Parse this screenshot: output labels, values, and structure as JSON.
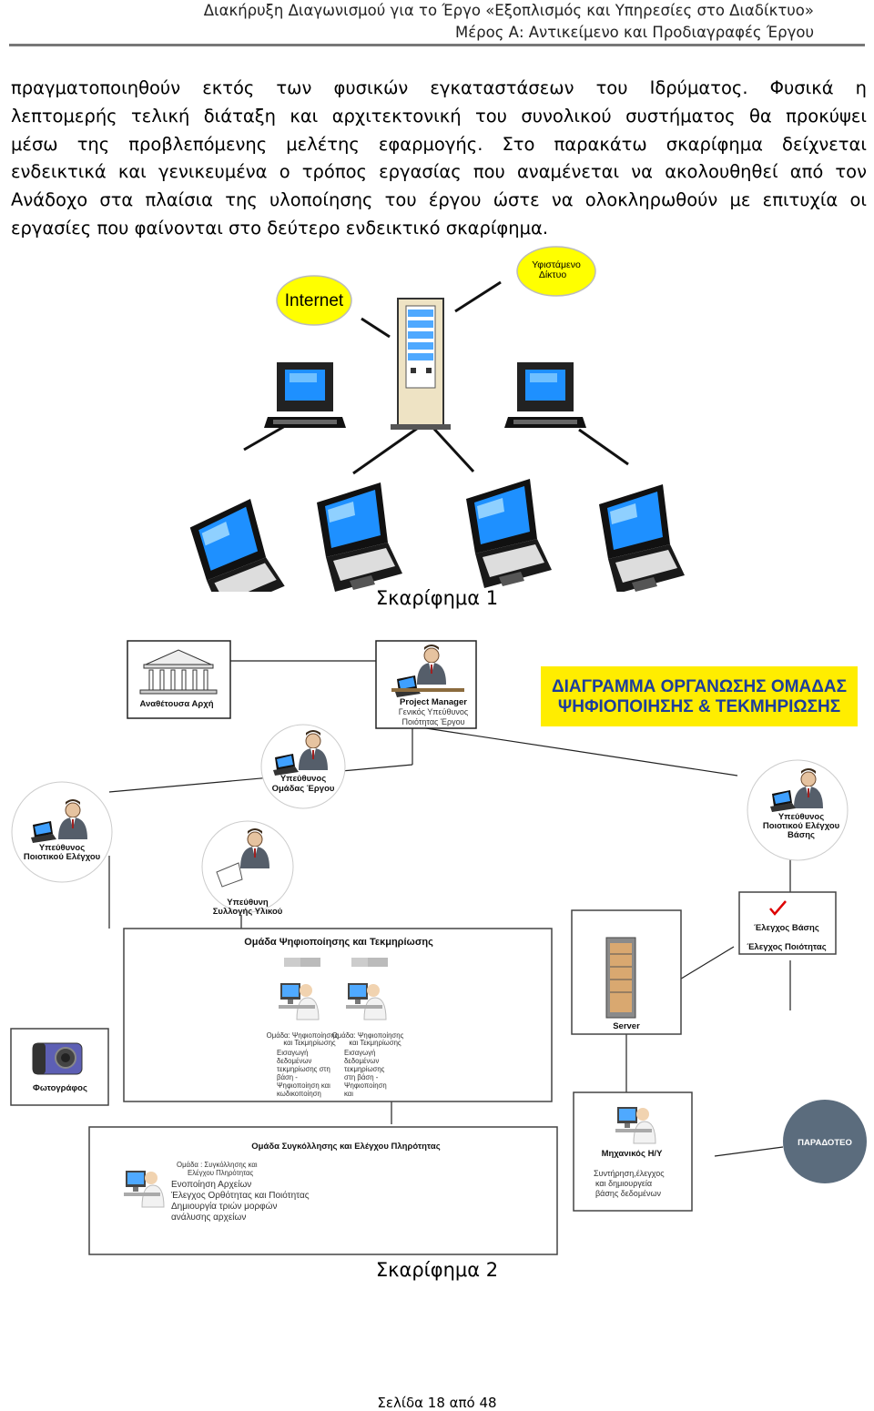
{
  "header": {
    "line1": "Διακήρυξη Διαγωνισμού για το Έργο «Εξοπλισμός  και Υπηρεσίες στο Διαδίκτυο»",
    "line2": "Μέρος Α: Αντικείμενο και Προδιαγραφές Έργου"
  },
  "paragraph": {
    "lines": [
      "πραγματοποιηθούν  εκτός  των  φυσικών  εγκαταστάσεων  του  Ιδρύματος.  Φυσικά  η",
      "λεπτομερής τελική διάταξη και αρχιτεκτονική του συνολικού συστήματος θα προκύψει",
      "μέσω  της  προβλεπόμενης  μελέτης  εφαρμογής.  Στο  παρακάτω  σκαρίφημα  δείχνεται",
      "ενδεικτικά και γενικευμένα ο τρόπος εργασίας που αναμένεται να ακολουθηθεί από τον",
      "Ανάδοχο στα πλαίσια της υλοποίησης του έργου ώστε να ολοκληρωθούν με επιτυχία οι",
      "εργασίες που φαίνονται στο δεύτερο  ενδεικτικό σκαρίφημα."
    ]
  },
  "sketch1": {
    "internet_label": "Internet",
    "network_label_line1": "Υφιστάμενο",
    "network_label_line2": "Δίκτυο",
    "caption": "Σκαρίφημα 1"
  },
  "sketch2": {
    "title_line1": "ΔΙΑΓΡΑΜΜΑ ΟΡΓΑΝΩΣΗΣ ΟΜΑΔΑΣ",
    "title_line2": "ΨΗΦΙΟΠΟΙΗΣΗΣ & ΤΕΚΜΗΡΙΩΣΗΣ",
    "authority": "Αναθέτουσα Αρχή",
    "pm_line1": "Project Manager",
    "pm_line2": "Γενικός Υπεύθυνος",
    "pm_line3": "Ποιότητας Έργου",
    "team_lead_line1": "Υπεύθυνος",
    "team_lead_line2": "Ομάδας Έργου",
    "qc_line1": "Υπεύθυνος",
    "qc_line2": "Ποιοτικού Ελέγχου",
    "db_qc_line1": "Υπεύθυνος",
    "db_qc_line2": "Ποιοτικού Ελέγχου",
    "db_qc_line3": "Βάσης",
    "collection_line1": "Υπεύθυνη",
    "collection_line2": "Συλλογής Υλικού",
    "check_line1": "Έλεγχος Βάσης",
    "check_line2": "Έλεγχος Ποιότητας",
    "digi_group_title": "Ομάδα  Ψηφιοποίησης  και  Τεκμηρίωσης",
    "digi_worker1_title_l1": "Ομάδα: Ψηφιοποίησης",
    "digi_worker1_title_l2": "και Τεκμηρίωσης",
    "digi_worker1_desc": [
      "Εισαγωγή",
      "δεδομένων",
      "τεκμηρίωσης στη",
      "βάση -",
      "Ψηφιοποίηση και",
      "κωδικοποίηση"
    ],
    "digi_worker2_title_l1": "Ομάδα: Ψηφιοποίησης",
    "digi_worker2_title_l2": "και Τεκμηρίωσης",
    "digi_worker2_desc": [
      "Εισαγωγή",
      "δεδομένων",
      "τεκμηρίωσης",
      "στη βάση -",
      "Ψηφιοποίηση",
      "και"
    ],
    "server": "Server",
    "photographer": "Φωτογράφος",
    "mech_title": "Μηχανικός Η/Υ",
    "mech_desc": [
      "Συντήρηση,έλεγχος",
      "και δημιουργεία",
      "βάσης δεδομένων"
    ],
    "deliver": "ΠΑΡΑΔΟΤΕΟ",
    "assembly_group_title": "Ομάδα  Συγκόλλησης και Ελέγχου Πληρότητας",
    "assembly_worker_l1": "Ομάδα : Συγκόλλησης και",
    "assembly_worker_l2": "Ελέγχου Πληρότητας",
    "assembly_desc": [
      "Ενοποίηση Αρχείων",
      "Έλεγχος Ορθότητας και Ποιότητας",
      "Δημιουργία τριών μορφών",
      "ανάλυσης αρχείων"
    ],
    "caption": "Σκαρίφημα 2"
  },
  "footer": {
    "page": "Σελίδα 18 από 48"
  }
}
